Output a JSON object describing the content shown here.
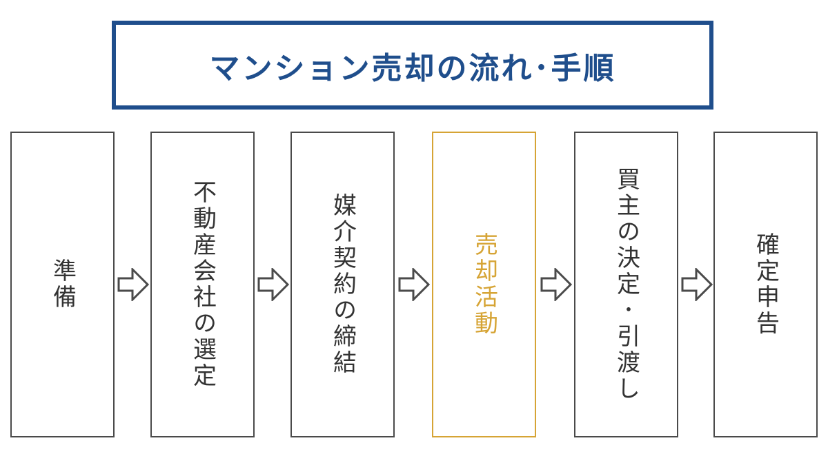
{
  "title": "マンション売却の流れ･手順",
  "steps": [
    {
      "label": "準備"
    },
    {
      "label": "不動産会社の選定"
    },
    {
      "label": "媒介契約の締結"
    },
    {
      "label": "売却活動",
      "highlighted": true
    },
    {
      "label": "買主の決定･引渡し"
    },
    {
      "label": "確定申告"
    }
  ],
  "colors": {
    "title": "#1f4e8c",
    "box_border": "#4a4a4a",
    "highlight": "#d6a435",
    "text": "#333333"
  },
  "icons": {
    "connector": "arrow-right-icon"
  }
}
